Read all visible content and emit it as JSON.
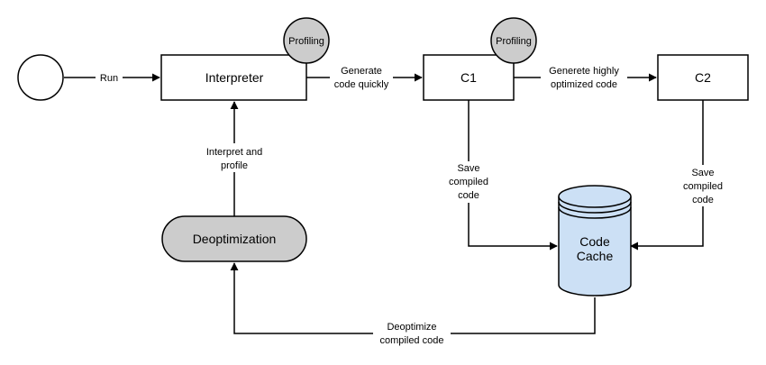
{
  "nodes": {
    "start": "",
    "interpreter": "Interpreter",
    "c1": "C1",
    "c2": "C2",
    "deoptimization": "Deoptimization",
    "code_cache": [
      "Code",
      "Cache"
    ],
    "profiling_interpreter": "Profiling",
    "profiling_c1": "Profiling"
  },
  "edges": {
    "run": "Run",
    "generate_quickly": [
      "Generate",
      "code quickly"
    ],
    "generate_optimized": [
      "Generete highly",
      "optimized code"
    ],
    "save_c1": [
      "Save",
      "compiled",
      "code"
    ],
    "save_c2": [
      "Save",
      "compiled",
      "code"
    ],
    "interpret_profile": [
      "Interpret and",
      "profile"
    ],
    "deoptimize": [
      "Deoptimize",
      "compiled code"
    ]
  },
  "colors": {
    "stroke": "#000000",
    "profiling_fill": "#cccccc",
    "deopt_fill": "#cccccc",
    "cache_fill": "#cce0f5"
  }
}
